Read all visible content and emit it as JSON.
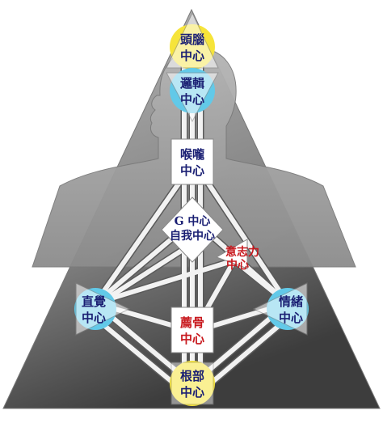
{
  "colors": {
    "background": "#ffffff",
    "triangle_light": "#a9a9a9",
    "triangle_dark": "#4a4a4a",
    "silhouette": "#9a9a9a",
    "channel": "#f2f2f2",
    "channel_edge": "#5a5a5a",
    "yellow_center": "#f6e43a",
    "cyan_center": "#62c9e8",
    "white_center": "#ffffff",
    "navy_text": "#1a1f73",
    "red_text": "#c8191e"
  },
  "centers": {
    "head": {
      "line1": "頭腦",
      "line2": "中心",
      "icon": "yellow-circle-triangle-up"
    },
    "ajna": {
      "line1": "邏輯",
      "line2": "中心",
      "icon": "cyan-circle-triangle-down"
    },
    "throat": {
      "line1": "喉嚨",
      "line2": "中心",
      "icon": "white-square"
    },
    "g": {
      "line1": "G 中心",
      "line2": "自我中心",
      "icon": "white-diamond"
    },
    "ego": {
      "line1": "意志力",
      "line2": "中心",
      "icon": "white-small-triangle"
    },
    "spleen": {
      "line1": "直覺",
      "line2": "中心",
      "icon": "cyan-circle-triangle-right"
    },
    "solar": {
      "line1": "情緒",
      "line2": "中心",
      "icon": "cyan-circle-triangle-left"
    },
    "sacral": {
      "line1": "薦骨",
      "line2": "中心",
      "icon": "white-square"
    },
    "root": {
      "line1": "根部",
      "line2": "中心",
      "icon": "yellow-circle-square"
    }
  }
}
